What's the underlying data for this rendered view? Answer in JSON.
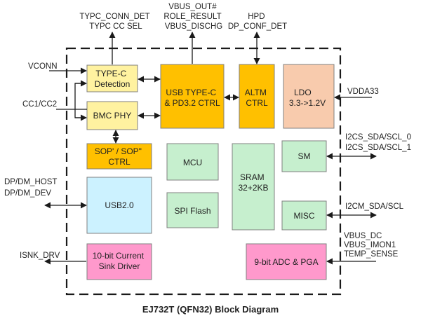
{
  "diagram": {
    "caption": "EJ732T (QFN32) Block Diagram",
    "colors": {
      "yellow": "#FFF2A0",
      "orange": "#FFC000",
      "peach": "#F8CBAD",
      "green": "#C6EFCE",
      "cyan": "#CCF2FF",
      "pink": "#FF99CC",
      "line": "#1a1a1a"
    },
    "blocks": {
      "typec_det": [
        "TYPE-C",
        "Detection"
      ],
      "bmc_phy": [
        "BMC PHY"
      ],
      "usb_ctrl": [
        "USB TYPE-C",
        "& PD3.2 CTRL"
      ],
      "altm": [
        "ALTM",
        "CTRL"
      ],
      "ldo": [
        "LDO",
        "3.3->1.2V"
      ],
      "sop": [
        "SOP' / SOP\"",
        "CTRL"
      ],
      "mcu": [
        "MCU"
      ],
      "sram": [
        "SRAM",
        "32+2KB"
      ],
      "sm": [
        "SM"
      ],
      "usb2": [
        "USB2.0"
      ],
      "spi": [
        "SPI Flash"
      ],
      "misc": [
        "MISC"
      ],
      "sink": [
        "10-bit Current",
        "Sink Driver"
      ],
      "adc": [
        "9-bit ADC & PGA"
      ]
    },
    "signals": {
      "typec_top": [
        "TYPC_CONN_DET",
        "TYPC  CC  SEL"
      ],
      "vbus_top": [
        "VBUS_OUT#",
        "ROLE_RESULT",
        "VBUS_DISCHG"
      ],
      "hpd_top": [
        "HPD",
        "DP_CONF_DET"
      ],
      "vconn": [
        "VCONN"
      ],
      "cc": [
        "CC1/CC2"
      ],
      "vdda": [
        "VDDA33"
      ],
      "i2cs": [
        "I2CS_SDA/SCL_0",
        "I2CS_SDA/SCL_1"
      ],
      "dpdm": [
        "DP/DM_HOST",
        "DP/DM_DEV"
      ],
      "i2cm": [
        "I2CM_SDA/SCL"
      ],
      "vbus_right": [
        "VBUS_DC",
        "VBUS_IMON1",
        "TEMP_SENSE"
      ],
      "isnk": [
        "ISNK_DRV"
      ]
    }
  }
}
